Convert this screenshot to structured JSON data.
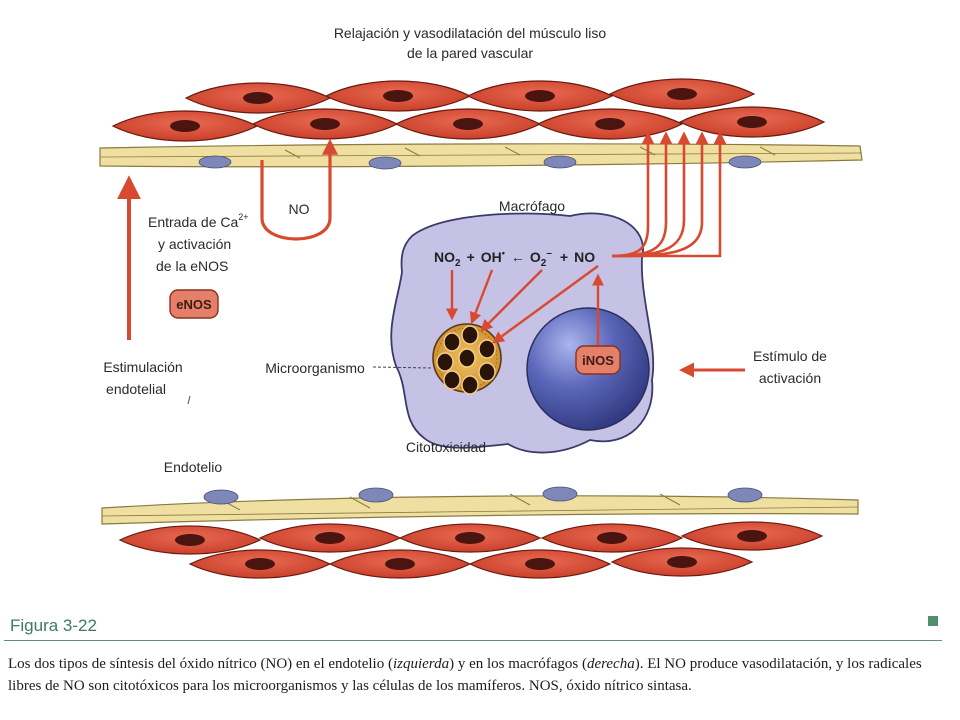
{
  "figure": {
    "labels": {
      "top_title_line1": "Relajación y vasodilatación del músculo liso",
      "top_title_line2": "de la pared vascular",
      "no_left": "NO",
      "entrada_line1": "Entrada de Ca",
      "entrada_sup": "2+",
      "entrada_line2": "y activación",
      "entrada_line3": "de la eNOS",
      "enos": "eNOS",
      "estimulacion_line1": "Estimulación",
      "estimulacion_line2": "endotelial",
      "macrofago": "Macrófago",
      "microorganismo": "Microorganismo",
      "citotoxicidad": "Citotoxicidad",
      "inos": "iNOS",
      "estimulo_line1": "Estímulo de",
      "estimulo_line2": "activación",
      "endotelio": "Endotelio"
    },
    "reaction": {
      "no2": "NO",
      "no2_sub": "2",
      "plus1": "+",
      "oh": "OH",
      "oh_sup": "•",
      "arrow": "←",
      "o2": "O",
      "o2_sub": "2",
      "o2_sup": "–",
      "plus2": "+",
      "no": "NO"
    },
    "colors": {
      "muscle": "#d9503a",
      "muscle_nucleus": "#4a1410",
      "endothelium": "#efe0a2",
      "endothelial_nucleus": "#7d88b8",
      "macrophage": "#c5c2e6",
      "macrophage_nucleus": "#3c4690",
      "arrow": "#d84a30",
      "microorganism": "#d9a23a"
    }
  },
  "figure_header": {
    "label": "Figura  3-22"
  },
  "caption": {
    "part1": "Los dos tipos de síntesis del óxido nítrico (NO) en el endotelio (",
    "izquierda": "izquierda",
    "part2": ") y en los macrófagos (",
    "derecha": "derecha",
    "part3": "). El NO produce vasodilatación, y los radicales libres de NO son citotóxicos para los microorganismos y las células de los mamíferos. NOS, óxido nítrico sintasa."
  }
}
